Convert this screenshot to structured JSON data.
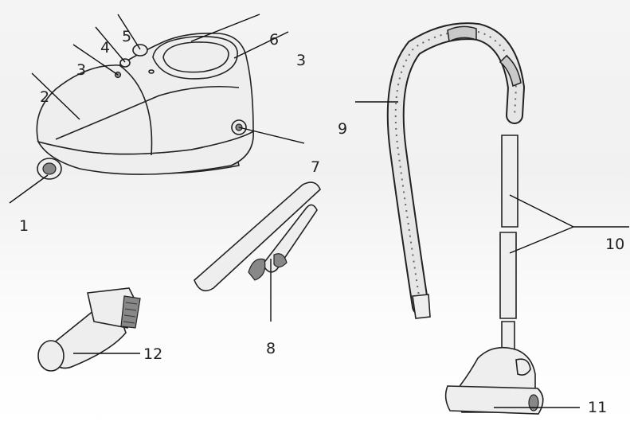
{
  "callouts": [
    {
      "id": "c1",
      "label": "1"
    },
    {
      "id": "c2",
      "label": "2"
    },
    {
      "id": "c3a",
      "label": "3"
    },
    {
      "id": "c3b",
      "label": "3"
    },
    {
      "id": "c4",
      "label": "4"
    },
    {
      "id": "c5",
      "label": "5"
    },
    {
      "id": "c6",
      "label": "6"
    },
    {
      "id": "c7",
      "label": "7"
    },
    {
      "id": "c8",
      "label": "8"
    },
    {
      "id": "c9",
      "label": "9"
    },
    {
      "id": "c10",
      "label": "10"
    },
    {
      "id": "c11",
      "label": "11"
    },
    {
      "id": "c12",
      "label": "12"
    }
  ]
}
